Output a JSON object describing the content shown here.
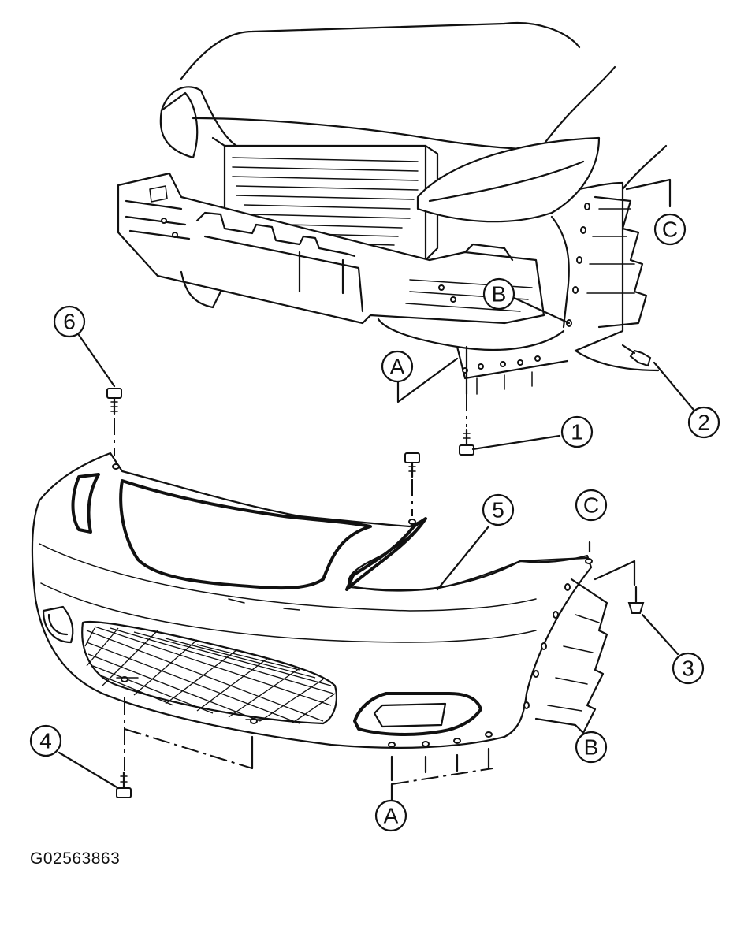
{
  "figure_code": "G02563863",
  "callouts": {
    "c1": "1",
    "c2": "2",
    "c3": "3",
    "c4": "4",
    "c5": "5",
    "c6": "6",
    "a_top": "A",
    "a_bottom": "A",
    "b_top": "B",
    "b_bottom": "B",
    "c_top": "C",
    "c_bottom": "C"
  }
}
